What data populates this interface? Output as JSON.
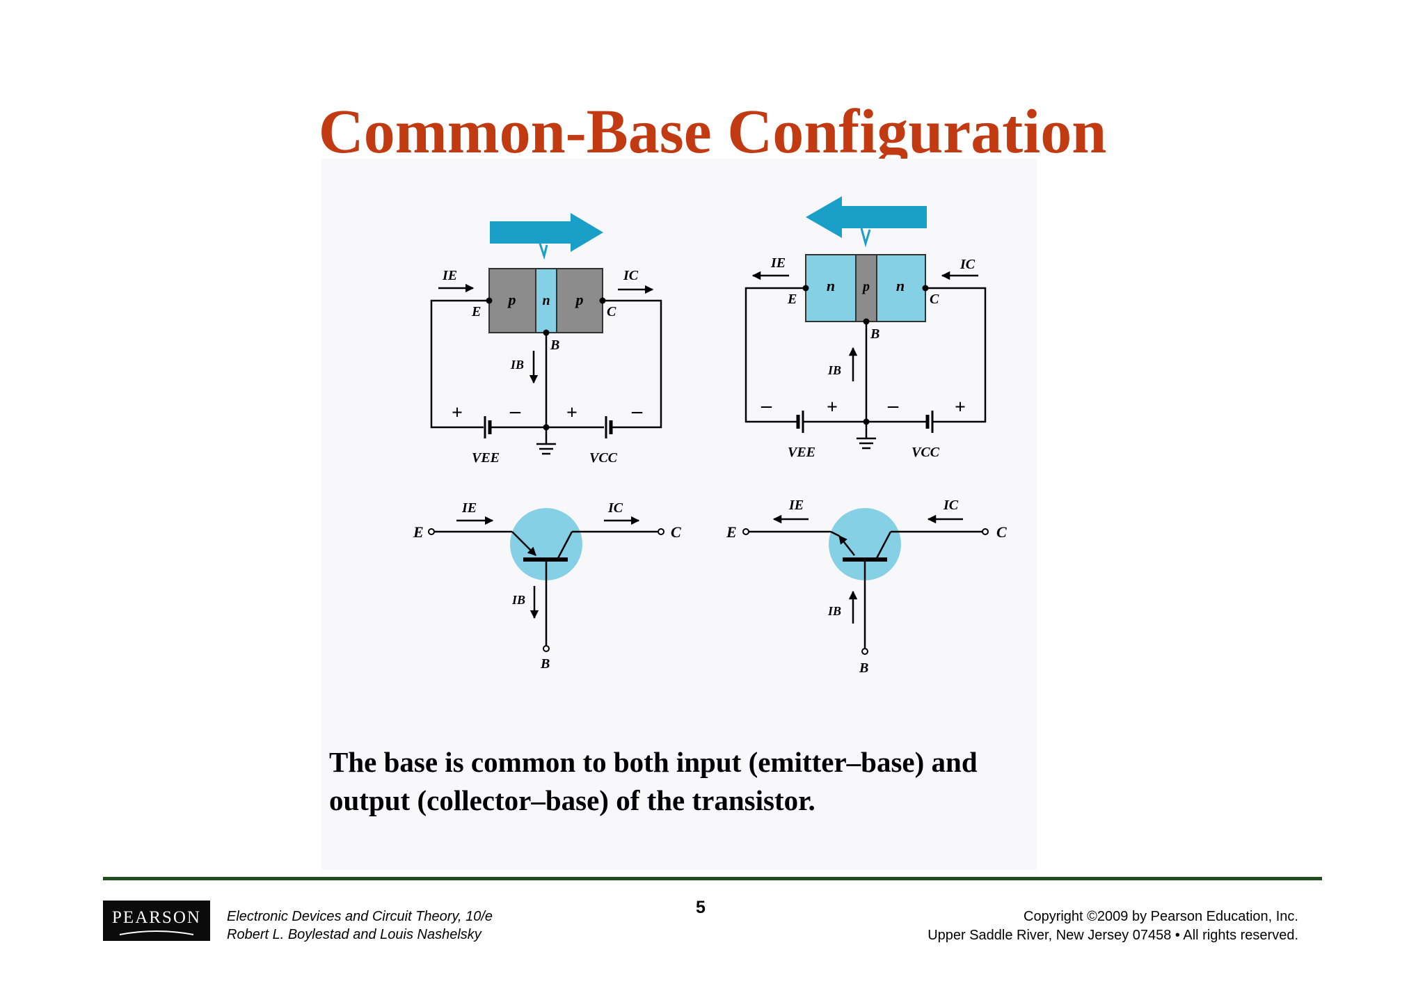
{
  "slide": {
    "title": "Common-Base Configuration",
    "caption_line1": "The base is common to both input (emitter–base) and",
    "caption_line2": "output (collector–base) of the transistor."
  },
  "diagrams": {
    "pnp": {
      "regions": [
        "p",
        "n",
        "p"
      ],
      "terminal_e": "E",
      "terminal_b": "B",
      "terminal_c": "C",
      "current_e": "IE",
      "current_c": "IC",
      "current_b": "IB",
      "supply_ee": "VEE",
      "supply_cc": "VCC"
    },
    "npn": {
      "regions": [
        "n",
        "p",
        "n"
      ],
      "terminal_e": "E",
      "terminal_b": "B",
      "terminal_c": "C",
      "current_e": "IE",
      "current_c": "IC",
      "current_b": "IB",
      "supply_ee": "VEE",
      "supply_cc": "VCC"
    },
    "colors": {
      "flow_arrow": "#1aa0c8",
      "n_region": "#86d0e6",
      "p_region": "#8c8c8c",
      "symbol_circle": "#86d0e6"
    }
  },
  "footer": {
    "logo": "PEARSON",
    "book_title": "Electronic Devices and Circuit Theory, 10/e",
    "authors": "Robert L. Boylestad and Louis Nashelsky",
    "page_number": "5",
    "copyright_line1": "Copyright ©2009 by Pearson Education, Inc.",
    "copyright_line2": "Upper Saddle River, New Jersey 07458 • All rights reserved."
  }
}
